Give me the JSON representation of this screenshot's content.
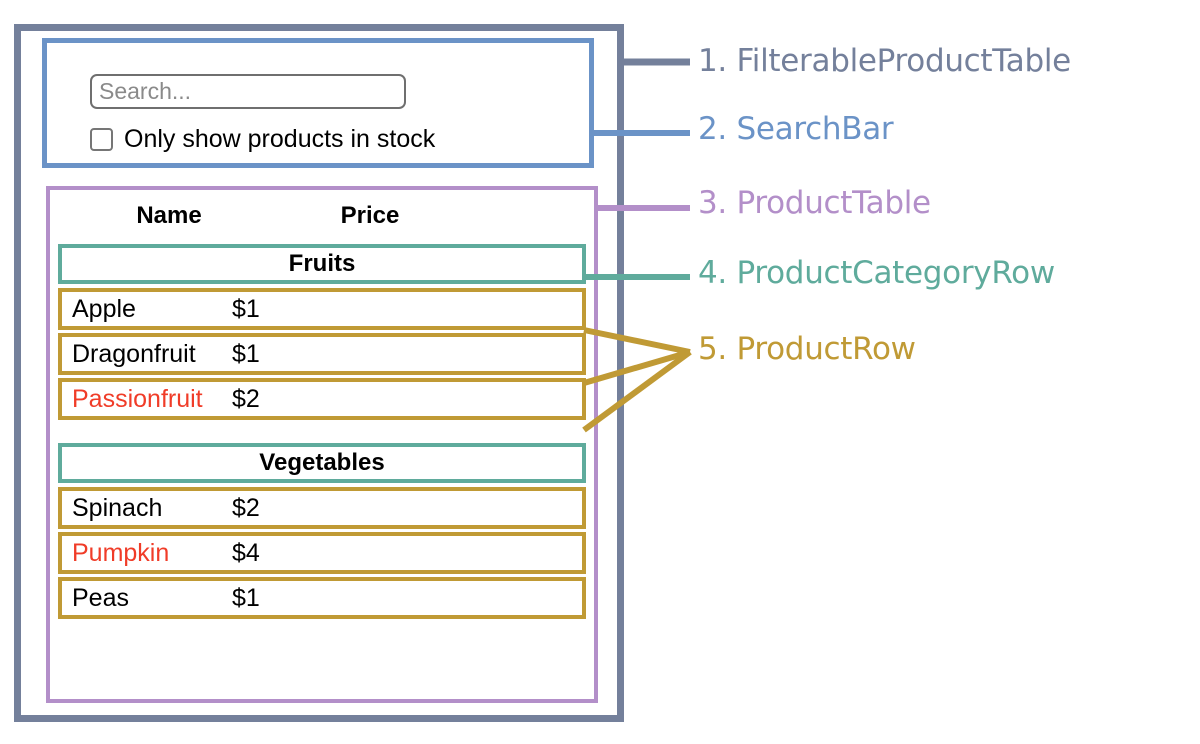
{
  "theme": {
    "color_filterable_product_table": "#74809b",
    "color_search_bar": "#6b93c7",
    "color_product_table": "#b38fc9",
    "color_product_category_row": "#5fab9c",
    "color_product_row": "#c09a35",
    "color_out_of_stock_text": "#f03c28",
    "color_text": "#000000",
    "color_background": "#ffffff"
  },
  "search_bar": {
    "search_placeholder": "Search...",
    "search_value": "",
    "stock_filter_label": "Only show products in stock",
    "stock_filter_checked": false
  },
  "product_table": {
    "columns": [
      "Name",
      "Price"
    ],
    "groups": [
      {
        "category": "Fruits",
        "products": [
          {
            "name": "Apple",
            "price": "$1",
            "in_stock": true
          },
          {
            "name": "Dragonfruit",
            "price": "$1",
            "in_stock": true
          },
          {
            "name": "Passionfruit",
            "price": "$2",
            "in_stock": false
          }
        ]
      },
      {
        "category": "Vegetables",
        "products": [
          {
            "name": "Spinach",
            "price": "$2",
            "in_stock": true
          },
          {
            "name": "Pumpkin",
            "price": "$4",
            "in_stock": false
          },
          {
            "name": "Peas",
            "price": "$1",
            "in_stock": true
          }
        ]
      }
    ]
  },
  "callouts": [
    {
      "number": "1.",
      "name": "FilterableProductTable",
      "text": "1. FilterableProductTable"
    },
    {
      "number": "2.",
      "name": "SearchBar",
      "text": "2. SearchBar"
    },
    {
      "number": "3.",
      "name": "ProductTable",
      "text": "3. ProductTable"
    },
    {
      "number": "4.",
      "name": "ProductCategoryRow",
      "text": "4. ProductCategoryRow"
    },
    {
      "number": "5.",
      "name": "ProductRow",
      "text": "5. ProductRow"
    }
  ]
}
